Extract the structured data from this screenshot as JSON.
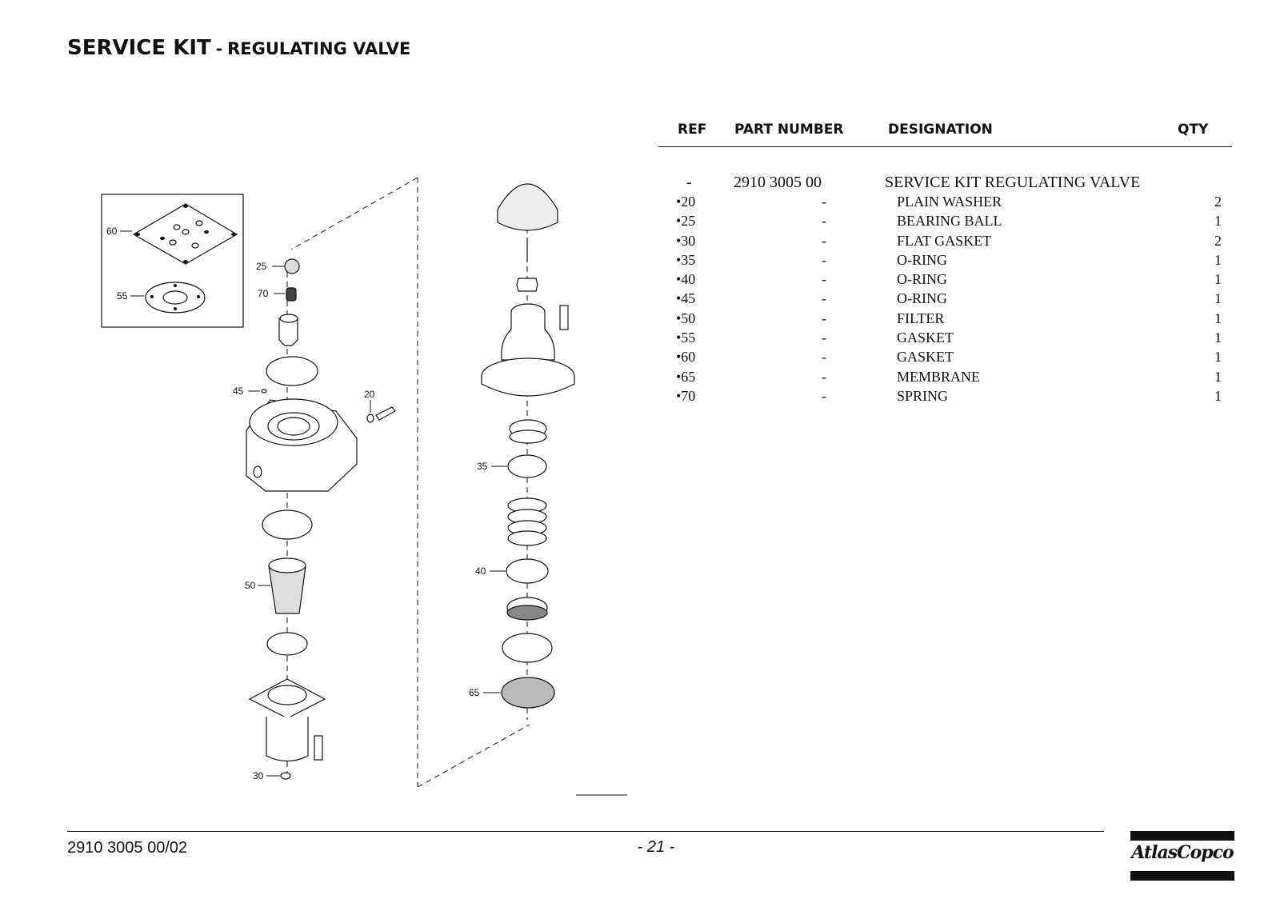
{
  "page": {
    "title_main": "SERVICE KIT",
    "title_sep": "-",
    "title_sub": "REGULATING VALVE"
  },
  "table": {
    "headers": {
      "ref": "REF",
      "part_number": "PART NUMBER",
      "designation": "DESIGNATION",
      "qty": "QTY"
    },
    "kit": {
      "ref": "-",
      "part_number": "2910 3005 00",
      "designation": "SERVICE KIT REGULATING VALVE"
    },
    "rows": [
      {
        "ref": "•20",
        "part_number": "-",
        "designation": "PLAIN WASHER",
        "qty": "2"
      },
      {
        "ref": "•25",
        "part_number": "-",
        "designation": "BEARING BALL",
        "qty": "1"
      },
      {
        "ref": "•30",
        "part_number": "-",
        "designation": "FLAT GASKET",
        "qty": "2"
      },
      {
        "ref": "•35",
        "part_number": "-",
        "designation": "O-RING",
        "qty": "1"
      },
      {
        "ref": "•40",
        "part_number": "-",
        "designation": "O-RING",
        "qty": "1"
      },
      {
        "ref": "•45",
        "part_number": "-",
        "designation": "O-RING",
        "qty": "1"
      },
      {
        "ref": "•50",
        "part_number": "-",
        "designation": "FILTER",
        "qty": "1"
      },
      {
        "ref": "•55",
        "part_number": "-",
        "designation": "GASKET",
        "qty": "1"
      },
      {
        "ref": "•60",
        "part_number": "-",
        "designation": "GASKET",
        "qty": "1"
      },
      {
        "ref": "•65",
        "part_number": "-",
        "designation": "MEMBRANE",
        "qty": "1"
      },
      {
        "ref": "•70",
        "part_number": "-",
        "designation": "SPRING",
        "qty": "1"
      }
    ]
  },
  "diagram": {
    "callouts": {
      "c60": "60",
      "c55": "55",
      "c25": "25",
      "c70": "70",
      "c45": "45",
      "c20": "20",
      "c50": "50",
      "c30": "30",
      "c35": "35",
      "c40": "40",
      "c65": "65"
    }
  },
  "footer": {
    "doc_number": "2910 3005 00/02",
    "page": "- 21 -",
    "logo_text": "AtlasCopco"
  }
}
